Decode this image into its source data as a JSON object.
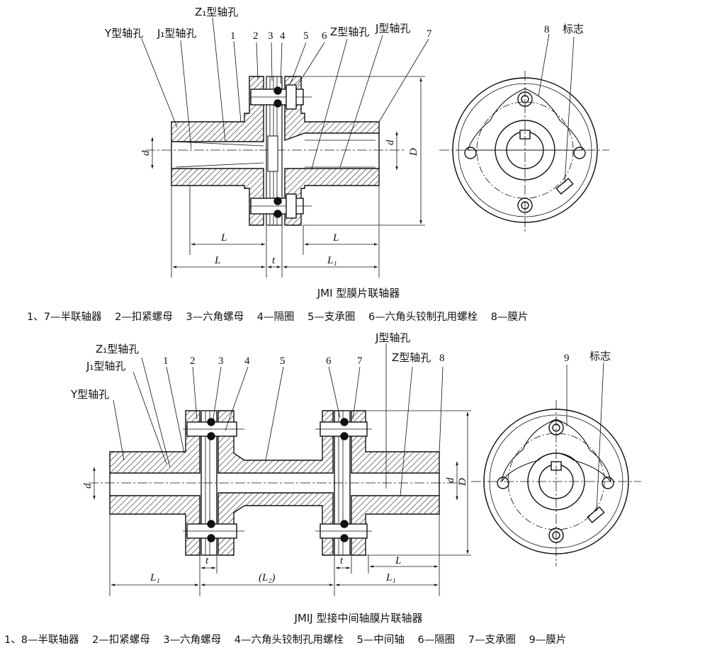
{
  "top": {
    "labels": {
      "z1_bore": "Z₁型轴孔",
      "y_bore": "Y型轴孔",
      "j1_bore": "J₁型轴孔",
      "z_bore": "Z型轴孔",
      "j_bore": "J型轴孔",
      "mark": "标志"
    },
    "part_numbers": [
      "1",
      "2",
      "3",
      "4",
      "5",
      "6",
      "7",
      "8"
    ],
    "dims": {
      "d": "d",
      "D": "D",
      "L": "L",
      "t": "t",
      "L1": "L₁"
    },
    "caption": "JMI 型膜片联轴器",
    "legend": [
      "1、7—半联轴器",
      "2—扣紧螺母",
      "3—六角螺母",
      "4—隔圈",
      "5—支承圈",
      "6—六角头铰制孔用螺栓",
      "8—膜片"
    ]
  },
  "bottom": {
    "labels": {
      "z1_bore": "Z₁型轴孔",
      "j1_bore": "J₁型轴孔",
      "y_bore": "Y型轴孔",
      "j_bore": "J型轴孔",
      "z_bore": "Z型轴孔",
      "mark": "标志"
    },
    "part_numbers": [
      "1",
      "2",
      "3",
      "4",
      "5",
      "6",
      "7",
      "8",
      "9"
    ],
    "dims": {
      "d": "d",
      "D": "D",
      "L": "L",
      "t": "t",
      "L1": "L₁",
      "L2": "(L₂)"
    },
    "caption": "JMIJ 型接中间轴膜片联轴器",
    "legend": [
      "1、8—半联轴器",
      "2—扣紧螺母",
      "3—六角螺母",
      "4—六角头铰制孔用螺栓",
      "5—中间轴",
      "6—隔圈",
      "7—支承圈",
      "9—膜片"
    ]
  }
}
